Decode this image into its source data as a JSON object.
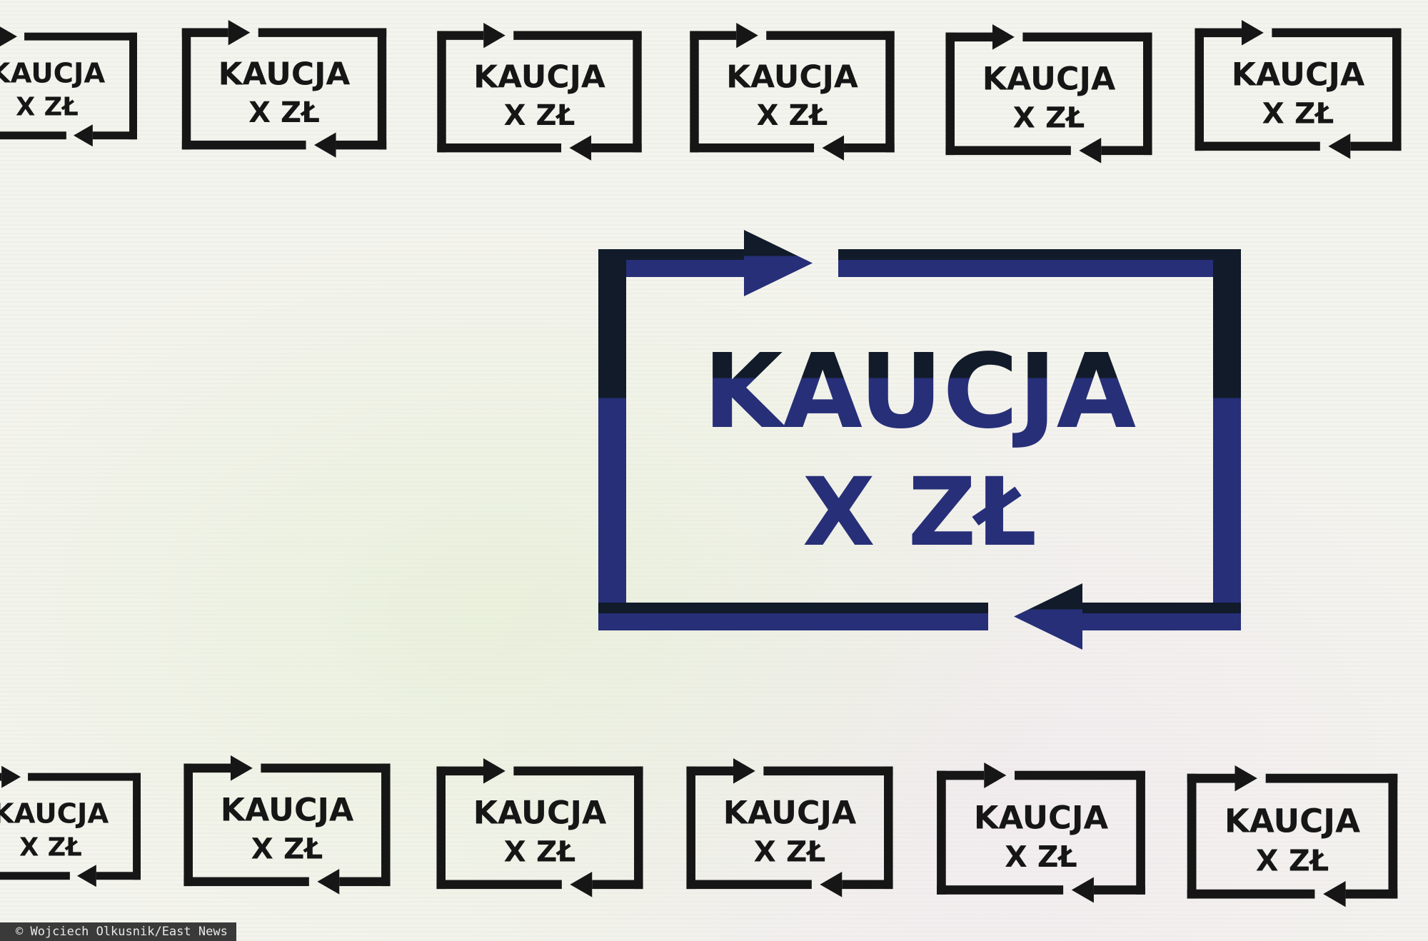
{
  "logo": {
    "line1": "KAUCJA",
    "line2": "X ZŁ"
  },
  "colors": {
    "ink": "#161616",
    "main_top": "#111b2a",
    "main_bottom": "#272f78"
  },
  "credit": "© Wojciech Olkusnik/East News"
}
